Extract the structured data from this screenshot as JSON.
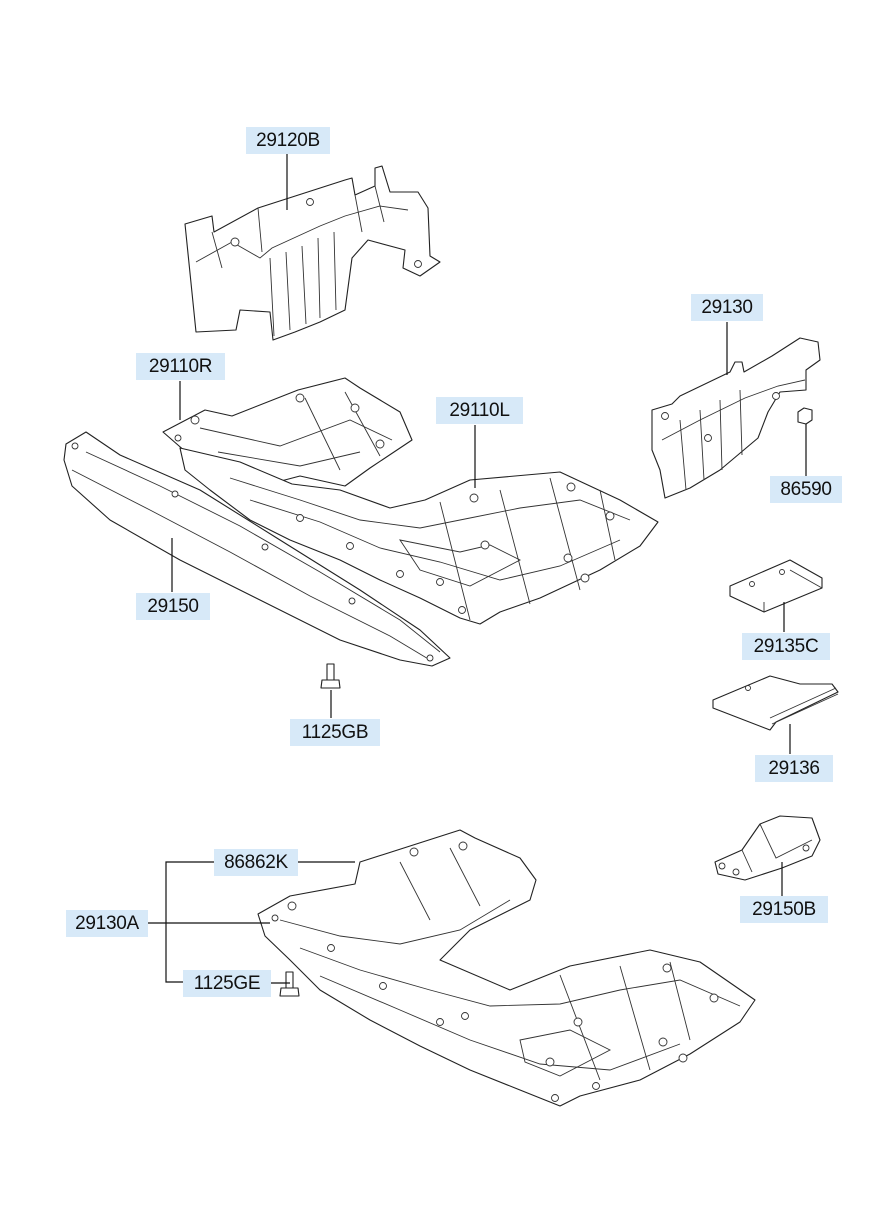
{
  "parts": [
    {
      "id": "p1",
      "number": "29120B"
    },
    {
      "id": "p2",
      "number": "29130"
    },
    {
      "id": "p3",
      "number": "29110R"
    },
    {
      "id": "p4",
      "number": "29110L"
    },
    {
      "id": "p5",
      "number": "86590"
    },
    {
      "id": "p6",
      "number": "29150"
    },
    {
      "id": "p7",
      "number": "29135C"
    },
    {
      "id": "p8",
      "number": "1125GB"
    },
    {
      "id": "p9",
      "number": "29136"
    },
    {
      "id": "p10",
      "number": "86862K"
    },
    {
      "id": "p11",
      "number": "29150B"
    },
    {
      "id": "p12",
      "number": "29130A"
    },
    {
      "id": "p13",
      "number": "1125GE"
    }
  ],
  "colors": {
    "label_bg": "#d7e9f8",
    "line": "#222222",
    "background": "#ffffff"
  }
}
